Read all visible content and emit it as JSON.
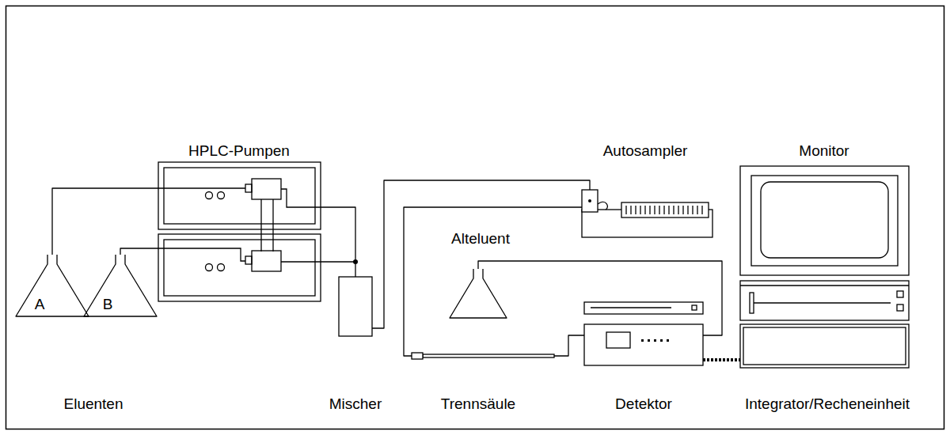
{
  "diagram": {
    "nodes": [
      {
        "text": [
          "A"
        ]
      },
      {
        "text": [
          "B"
        ]
      },
      {
        "text": [
          "HPLC-Pumpen"
        ]
      },
      {
        "text": [
          "Mischer"
        ]
      },
      {
        "text": [
          "Autosampler"
        ]
      },
      {
        "text": [
          "Trennsäule"
        ]
      },
      {
        "text": [
          "Detektor"
        ]
      },
      {
        "text": [
          "Alteluent"
        ]
      },
      {
        "text": [
          "Monitor",
          "Integrator/Recheneinheit"
        ]
      }
    ],
    "edges": [
      {
        "from": 0,
        "to": 2,
        "arrow": "none"
      },
      {
        "from": 1,
        "to": 2,
        "arrow": "none"
      },
      {
        "from": 2,
        "to": 3,
        "arrow": "none"
      },
      {
        "from": 3,
        "to": 4,
        "arrow": "none"
      },
      {
        "from": 4,
        "to": 5,
        "arrow": "none"
      },
      {
        "from": 5,
        "to": 6,
        "arrow": "none"
      },
      {
        "from": 6,
        "to": 7,
        "arrow": "none"
      },
      {
        "from": 6,
        "to": 8,
        "arrow": "none"
      }
    ],
    "labels": [
      "Eluenten"
    ]
  }
}
